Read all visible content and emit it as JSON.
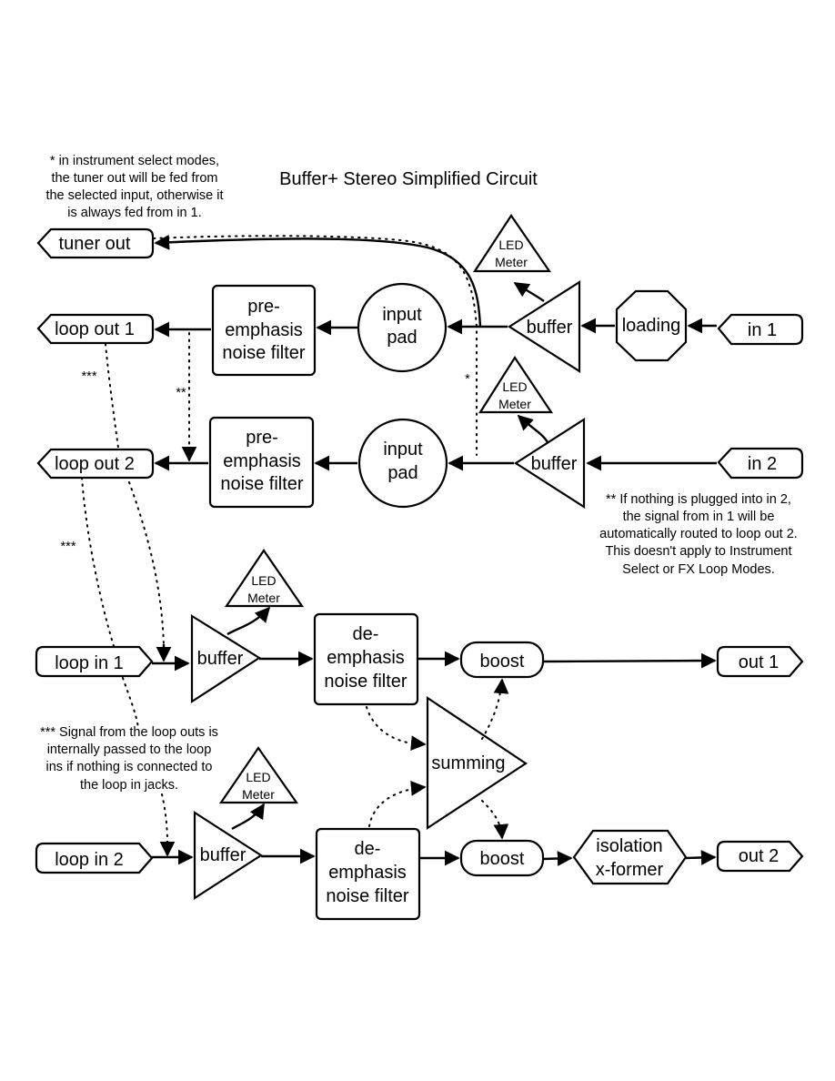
{
  "title": "Buffer+ Stereo Simplified Circuit",
  "notes": {
    "tuner_note": [
      "* in instrument select modes,",
      "the tuner out will be fed from",
      "the selected input, otherwise it",
      "is always fed from in 1."
    ],
    "in2_note": [
      "** If nothing is plugged into in 2,",
      "the signal from in 1 will be",
      "automatically routed to loop out 2.",
      "This doesn't apply to Instrument",
      "Select or FX Loop Modes."
    ],
    "loop_note": [
      "*** Signal from the loop outs is",
      "internally passed to the loop",
      "ins if nothing is connected to",
      "the loop in jacks."
    ]
  },
  "marks": {
    "star1": "*",
    "star2": "**",
    "star3a": "***",
    "star3b": "***"
  },
  "nodes": {
    "tuner_out": "tuner out",
    "loop_out_1": "loop out 1",
    "loop_out_2": "loop out 2",
    "in_1": "in 1",
    "in_2": "in 2",
    "loading": "loading",
    "buffer": "buffer",
    "input_pad_1": [
      "input",
      "pad"
    ],
    "input_pad_2": [
      "input",
      "pad"
    ],
    "pre_emph_1": [
      "pre-",
      "emphasis",
      "noise filter"
    ],
    "pre_emph_2": [
      "pre-",
      "emphasis",
      "noise filter"
    ],
    "led_meter": [
      "LED",
      "Meter"
    ],
    "loop_in_1": "loop in 1",
    "loop_in_2": "loop in 2",
    "de_emph_1": [
      "de-",
      "emphasis",
      "noise filter"
    ],
    "de_emph_2": [
      "de-",
      "emphasis",
      "noise filter"
    ],
    "boost": "boost",
    "summing": "summing",
    "isolation": [
      "isolation",
      "x-former"
    ],
    "out_1": "out 1",
    "out_2": "out 2"
  }
}
